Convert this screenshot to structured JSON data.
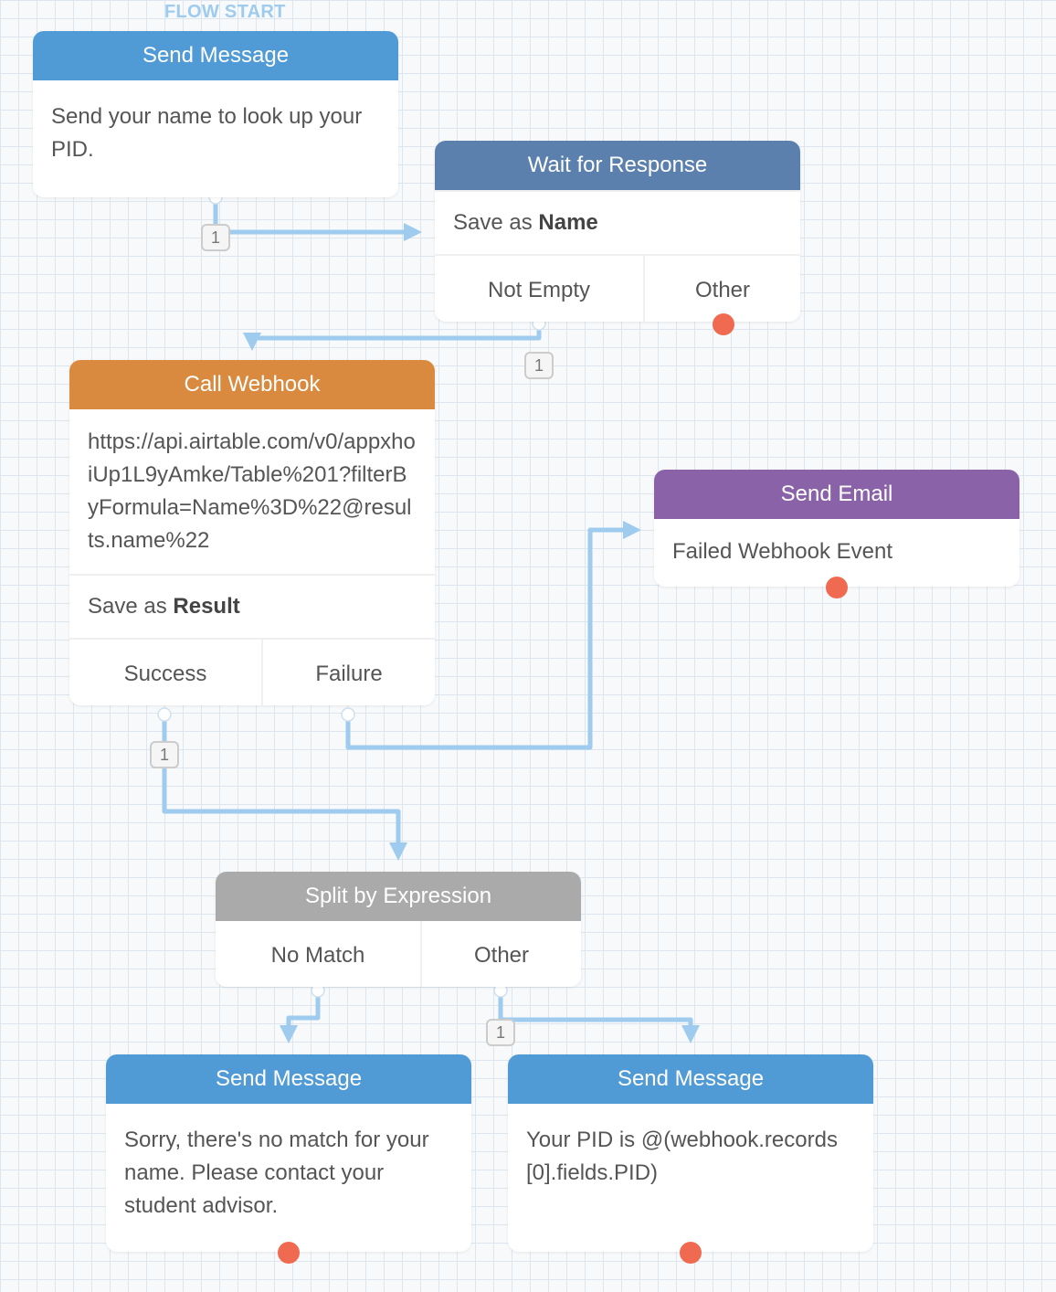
{
  "flow_start_label": "FLOW START",
  "colors": {
    "send_message": "#509ad6",
    "wait_for_response": "#5b80ad",
    "call_webhook": "#d98a3e",
    "send_email": "#8a62a8",
    "split_by_expression": "#aaaaaa",
    "link": "#9ecbee",
    "unconnected_exit": "#ef6a50"
  },
  "nodes": {
    "send_message_1": {
      "title": "Send Message",
      "body": "Send your name to look up your PID."
    },
    "wait_for_response": {
      "title": "Wait for Response",
      "save_as_prefix": "Save as",
      "save_as_name": "Name",
      "exits": [
        "Not Empty",
        "Other"
      ]
    },
    "call_webhook": {
      "title": "Call Webhook",
      "body": "https://api.airtable.com/v0/appxhoiUp1L9yAmke/Table%201?filterByFormula=Name%3D%22@results.name%22",
      "save_as_prefix": "Save as",
      "save_as_name": "Result",
      "exits": [
        "Success",
        "Failure"
      ]
    },
    "send_email": {
      "title": "Send Email",
      "body": "Failed Webhook Event"
    },
    "split_by_expression": {
      "title": "Split by Expression",
      "exits": [
        "No Match",
        "Other"
      ]
    },
    "send_message_2": {
      "title": "Send Message",
      "body": "Sorry, there's no match for your name. Please contact your student advisor."
    },
    "send_message_3": {
      "title": "Send Message",
      "body": "Your PID is @(webhook.records[0].fields.PID)"
    }
  },
  "link_counts": {
    "send_message_1_out": "1",
    "not_empty_out": "1",
    "success_out": "1",
    "split_other_out": "1"
  }
}
